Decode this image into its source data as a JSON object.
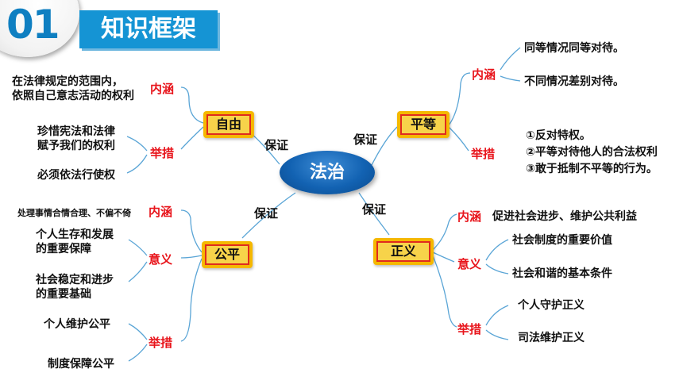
{
  "header": {
    "number": "01",
    "title": "知识框架"
  },
  "center": {
    "label": "法治"
  },
  "links": {
    "freedom": "保证",
    "equality": "保证",
    "fairness": "保证",
    "justice": "保证"
  },
  "freedom": {
    "label": "自由",
    "connotation_label": "内涵",
    "connotation_line1": "在法律规定的范围内，",
    "connotation_line2": "依照自己意志活动的权利",
    "measure_label": "举措",
    "measure1_line1": "珍惜宪法和法律",
    "measure1_line2": "赋予我们的权利",
    "measure2": "必须依法行使权"
  },
  "equality": {
    "label": "平等",
    "connotation_label": "内涵",
    "connotation1": "同等情况同等对待。",
    "connotation2": "不同情况差别对待。",
    "measure_label": "举措",
    "measure1": "①反对特权。",
    "measure2": "②平等对待他人的合法权利",
    "measure3": "③敢于抵制不平等的行为。"
  },
  "fairness": {
    "label": "公平",
    "connotation_label": "内涵",
    "connotation": "处理事情合情合理、不偏不倚",
    "meaning_label": "意义",
    "meaning1_line1": "个人生存和发展",
    "meaning1_line2": "的重要保障",
    "meaning2_line1": "社会稳定和进步",
    "meaning2_line2": "的重要基础",
    "measure_label": "举措",
    "measure1": "个人维护公平",
    "measure2": "制度保障公平"
  },
  "justice": {
    "label": "正义",
    "connotation_label": "内涵",
    "connotation": "促进社会进步、维护公共利益",
    "meaning_label": "意义",
    "meaning1": "社会制度的重要价值",
    "meaning2": "社会和谐的基本条件",
    "measure_label": "举措",
    "measure1": "个人守护正义",
    "measure2": "司法维护正义"
  }
}
